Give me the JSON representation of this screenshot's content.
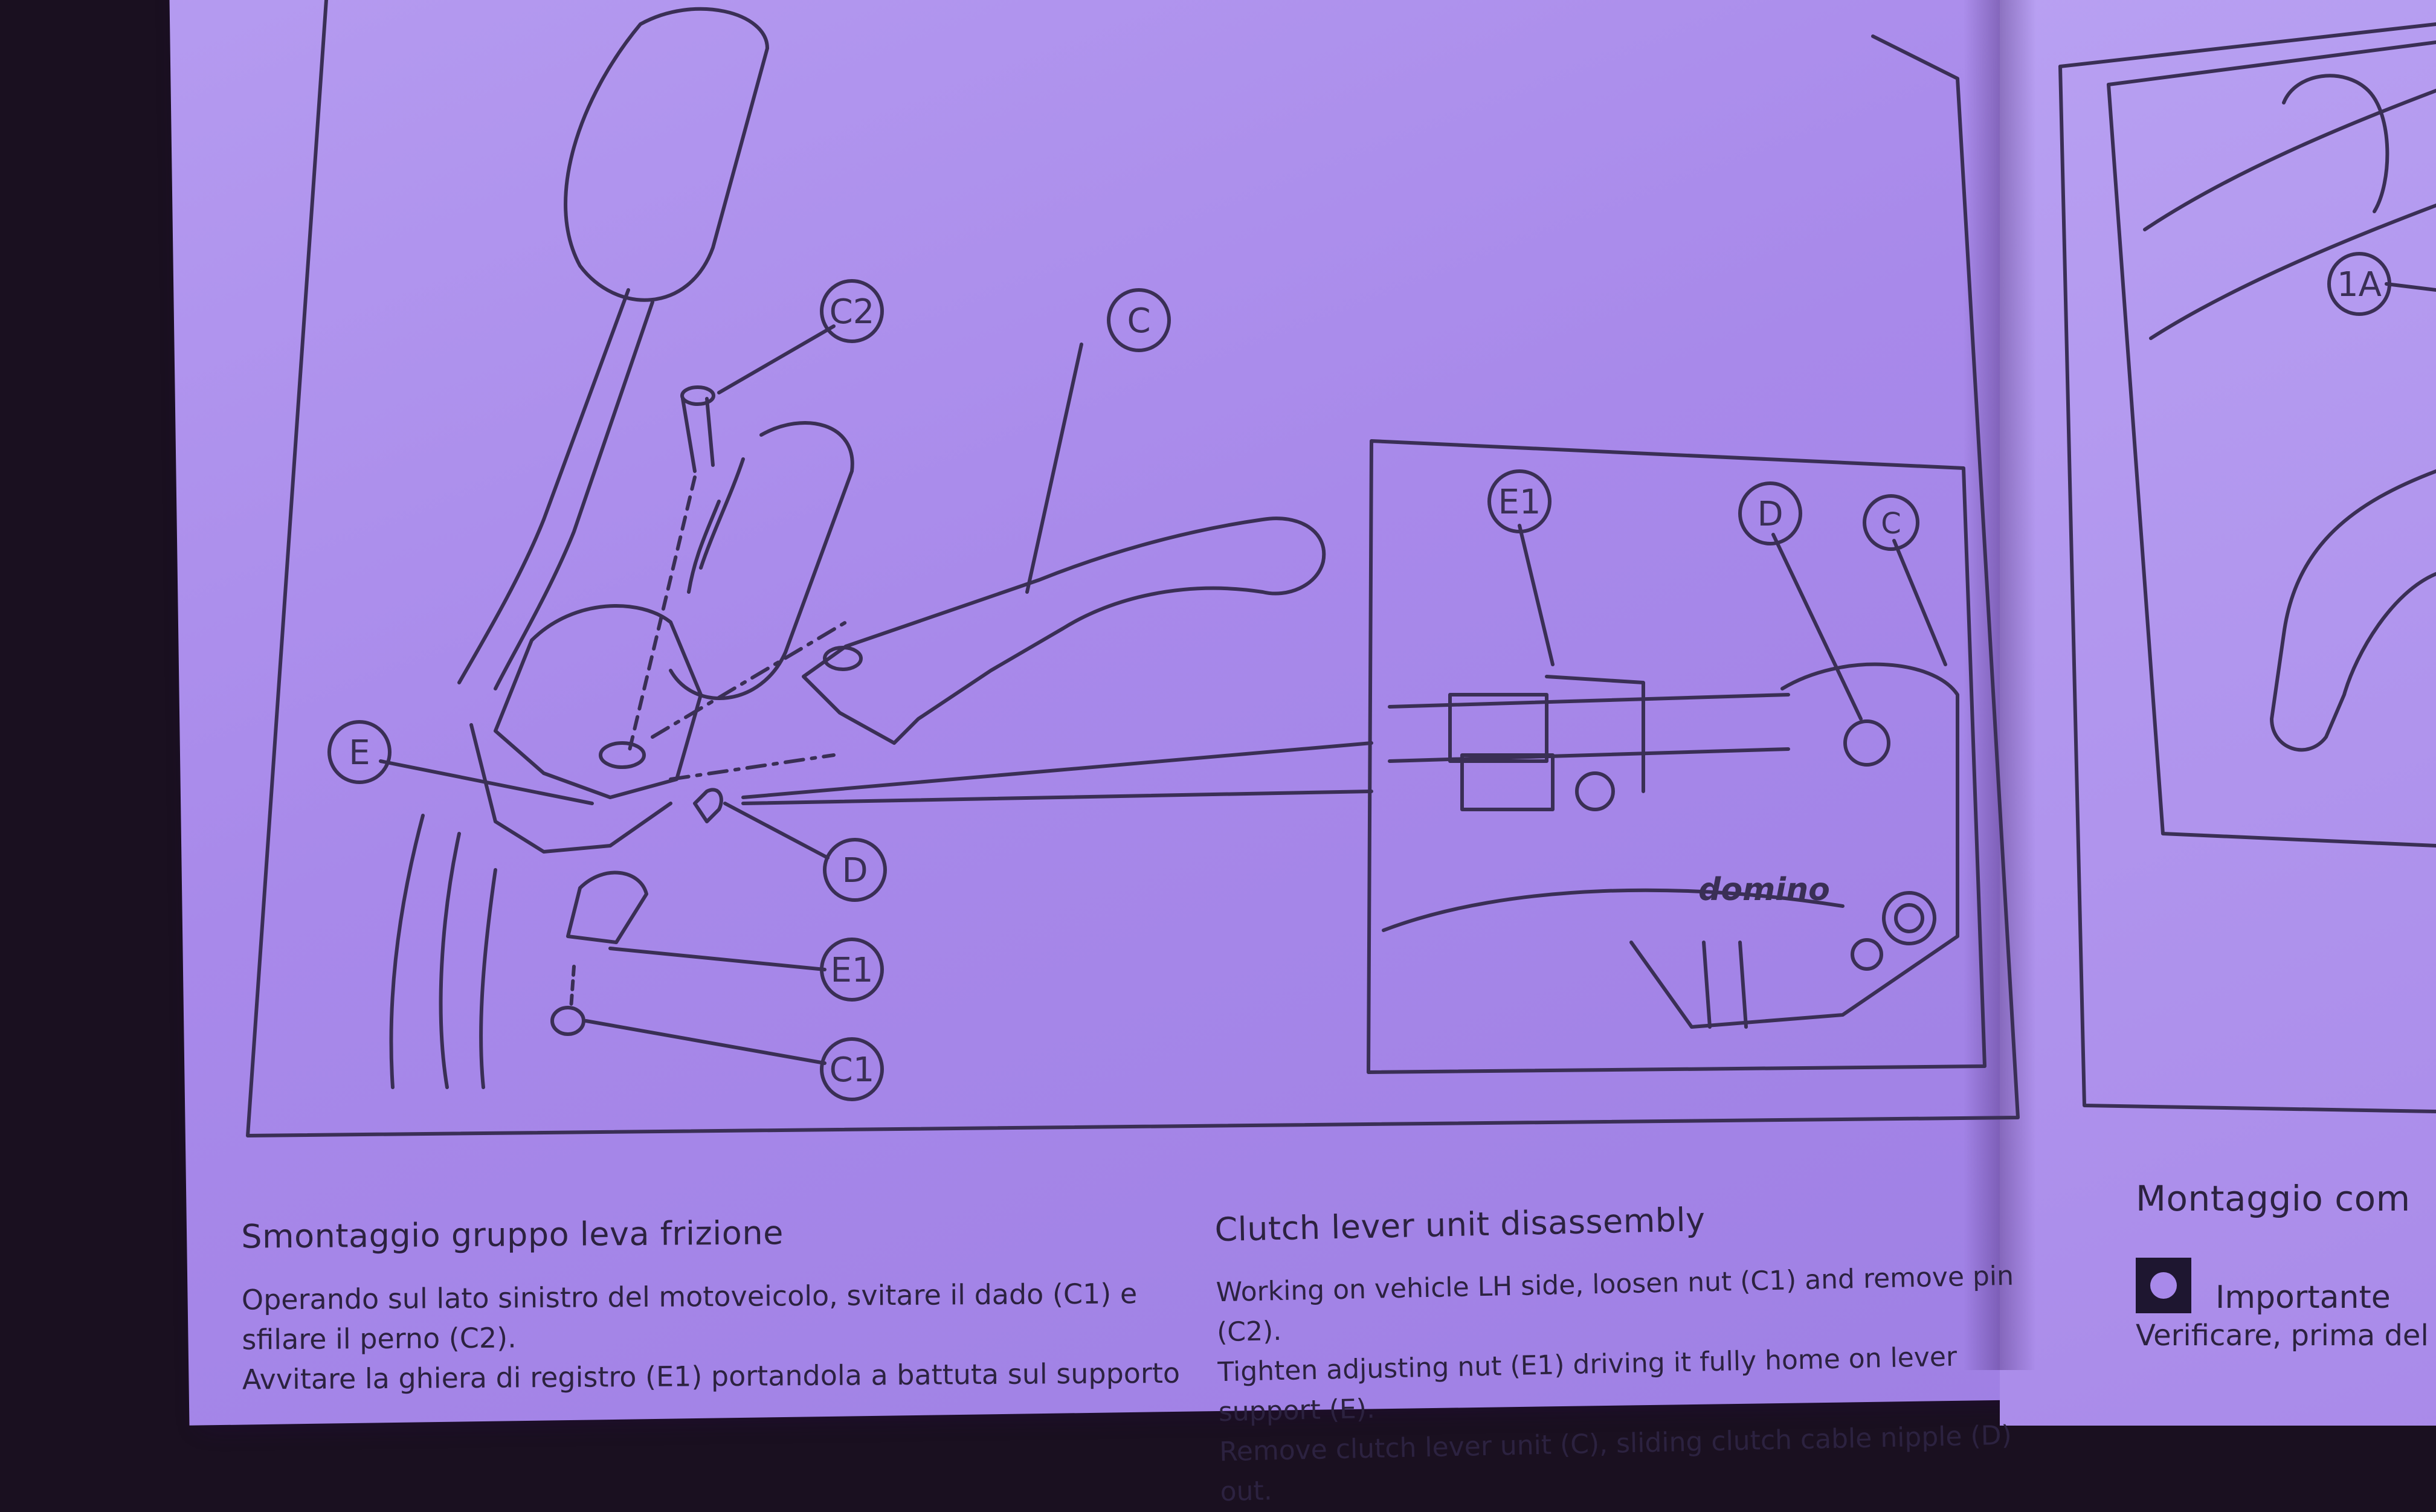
{
  "diagram": {
    "callouts_main": [
      "C2",
      "C",
      "E",
      "D",
      "E1",
      "C1"
    ],
    "callouts_inset": [
      "E1",
      "D",
      "C"
    ],
    "brand": "domino",
    "right_callout": "1A"
  },
  "left_section": {
    "title": "Smontaggio gruppo leva frizione",
    "lines": [
      "Operando sul lato sinistro del motoveicolo, svitare il dado (C1) e",
      "sfilare il perno (C2).",
      "Avvitare la ghiera di registro (E1) portandola a battuta sul supporto"
    ]
  },
  "middle_section": {
    "title": "Clutch lever unit disassembly",
    "lines": [
      "Working on vehicle LH side, loosen nut (C1) and remove pin (C2).",
      "Tighten adjusting nut (E1) driving it fully home on lever support (E).",
      "Remove clutch lever unit (C), sliding clutch cable nipple (D) out."
    ]
  },
  "right_section": {
    "title": "Montaggio com",
    "note_label": "Importante",
    "note_line": "Verificare, prima del"
  }
}
